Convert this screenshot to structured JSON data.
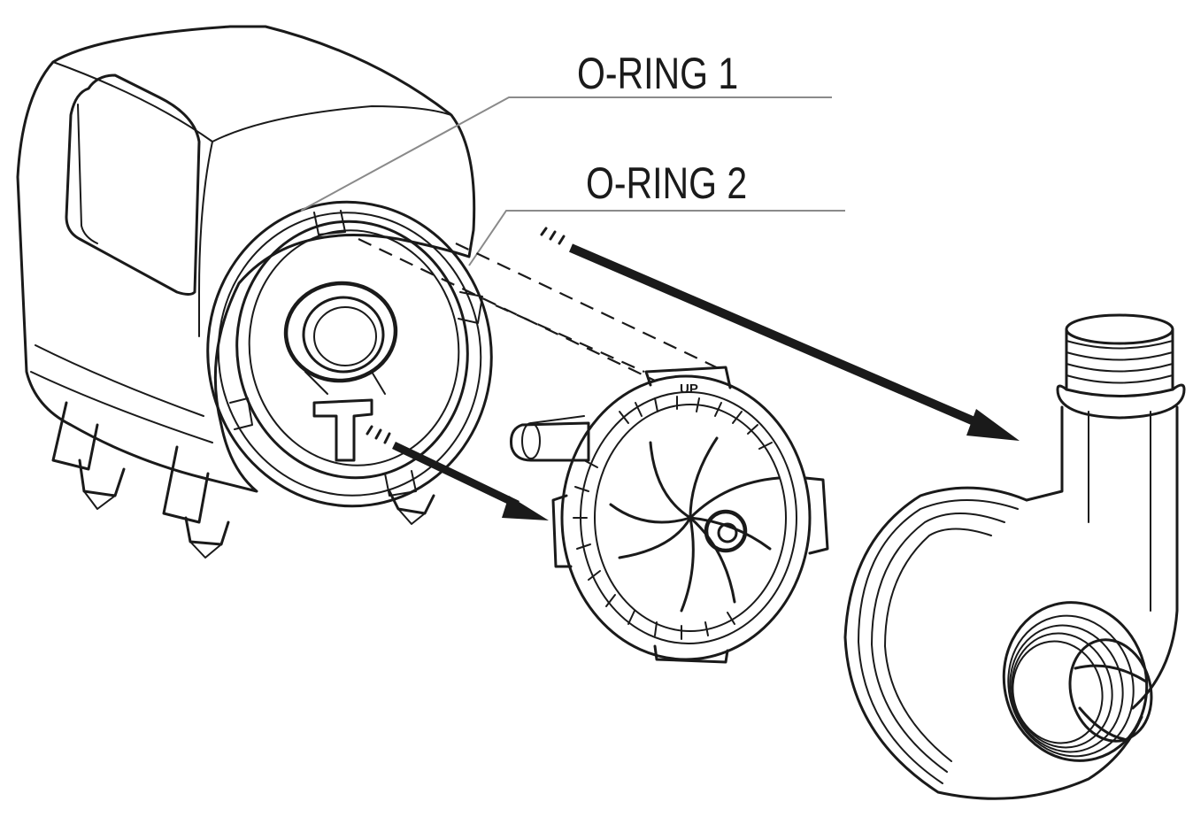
{
  "labels": {
    "o_ring_1": "O-RING 1",
    "o_ring_2": "O-RING 2",
    "impeller_mark": "UP"
  }
}
